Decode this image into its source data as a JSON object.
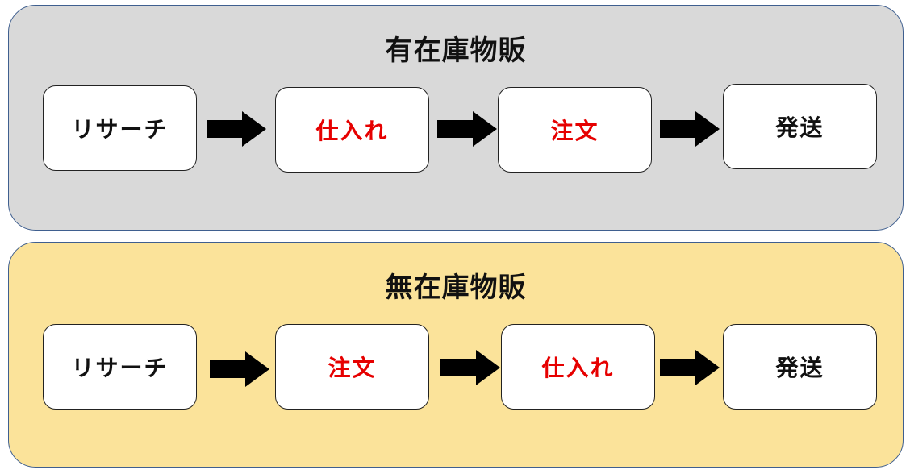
{
  "colors": {
    "panel_top_bg": "#d9d9d9",
    "panel_bottom_bg": "#fbe39a",
    "panel_border": "#3f5f8f",
    "text_default": "#111111",
    "text_highlight": "#e60000",
    "arrow": "#000000"
  },
  "panels": [
    {
      "title": "有在庫物販",
      "steps": [
        {
          "label": "リサーチ",
          "highlight": false
        },
        {
          "label": "仕入れ",
          "highlight": true
        },
        {
          "label": "注文",
          "highlight": true
        },
        {
          "label": "発送",
          "highlight": false
        }
      ]
    },
    {
      "title": "無在庫物販",
      "steps": [
        {
          "label": "リサーチ",
          "highlight": false
        },
        {
          "label": "注文",
          "highlight": true
        },
        {
          "label": "仕入れ",
          "highlight": true
        },
        {
          "label": "発送",
          "highlight": false
        }
      ]
    }
  ]
}
